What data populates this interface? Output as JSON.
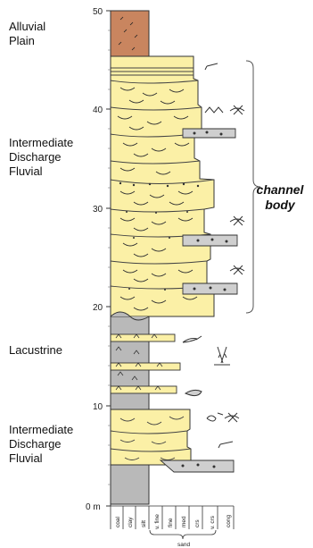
{
  "facies_labels": {
    "alluvial": "Alluvial\nPlain",
    "intermediate_upper": "Intermediate\nDischarge\nFluvial",
    "lacustrine": "Lacustrine",
    "intermediate_lower": "Intermediate\nDischarge\nFluvial"
  },
  "channel_body_label": "channel\nbody",
  "depth_axis": {
    "ticks": [
      "50",
      "40",
      "30",
      "20",
      "10"
    ],
    "zero_label": "0 m"
  },
  "grain_size_labels": [
    "coal",
    "clay",
    "silt",
    "v. fine",
    "fine",
    "med",
    "crs",
    "v. crs",
    "cong"
  ],
  "sand_label": "sand",
  "colors": {
    "sand": "#fbf0a6",
    "mud": "#b9b9b9",
    "alluvial": "#c9855f",
    "conglomerate": "#cfcfcf",
    "outline": "#333333"
  }
}
